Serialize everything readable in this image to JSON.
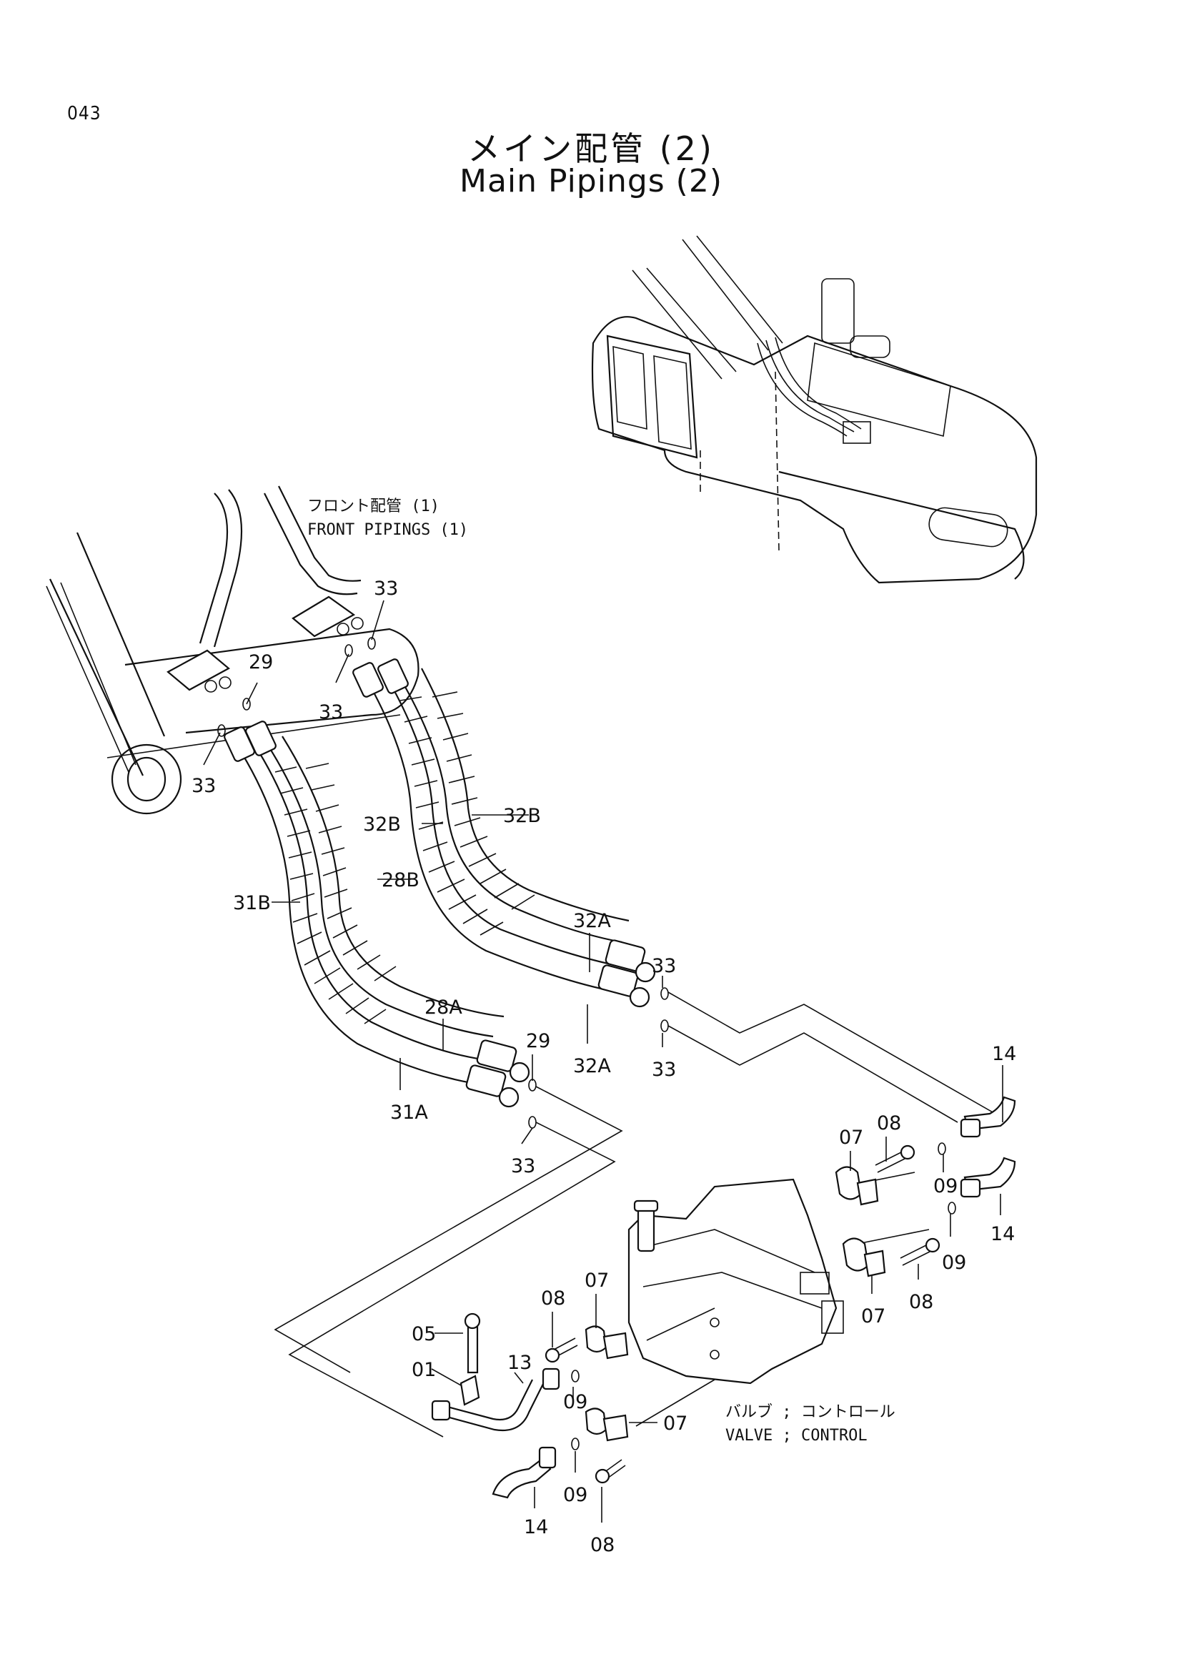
{
  "page": {
    "number": "043"
  },
  "title": {
    "japanese": "メイン配管 (2)",
    "english": "Main Pipings (2)"
  },
  "notes": {
    "front_jp": "フロント配管 (1)",
    "front_en": "FRONT PIPINGS (1)",
    "valve_jp": "バルブ ; コントロール",
    "valve_en": "VALVE ; CONTROL"
  },
  "callouts": {
    "c33_a": "33",
    "c33_b": "33",
    "c33_c": "33",
    "c33_d": "33",
    "c33_e": "33",
    "c33_f": "33",
    "c29_a": "29",
    "c29_b": "29",
    "c32B_a": "32B",
    "c32B_b": "32B",
    "c28B": "28B",
    "c31B": "31B",
    "c32A_a": "32A",
    "c32A_b": "32A",
    "c28A": "28A",
    "c31A": "31A",
    "c14_a": "14",
    "c14_b": "14",
    "c14_c": "14",
    "c07_a": "07",
    "c07_b": "07",
    "c07_c": "07",
    "c07_d": "07",
    "c08_a": "08",
    "c08_b": "08",
    "c08_c": "08",
    "c08_d": "08",
    "c09_a": "09",
    "c09_b": "09",
    "c09_c": "09",
    "c09_d": "09",
    "c05": "05",
    "c01": "01",
    "c13": "13"
  }
}
